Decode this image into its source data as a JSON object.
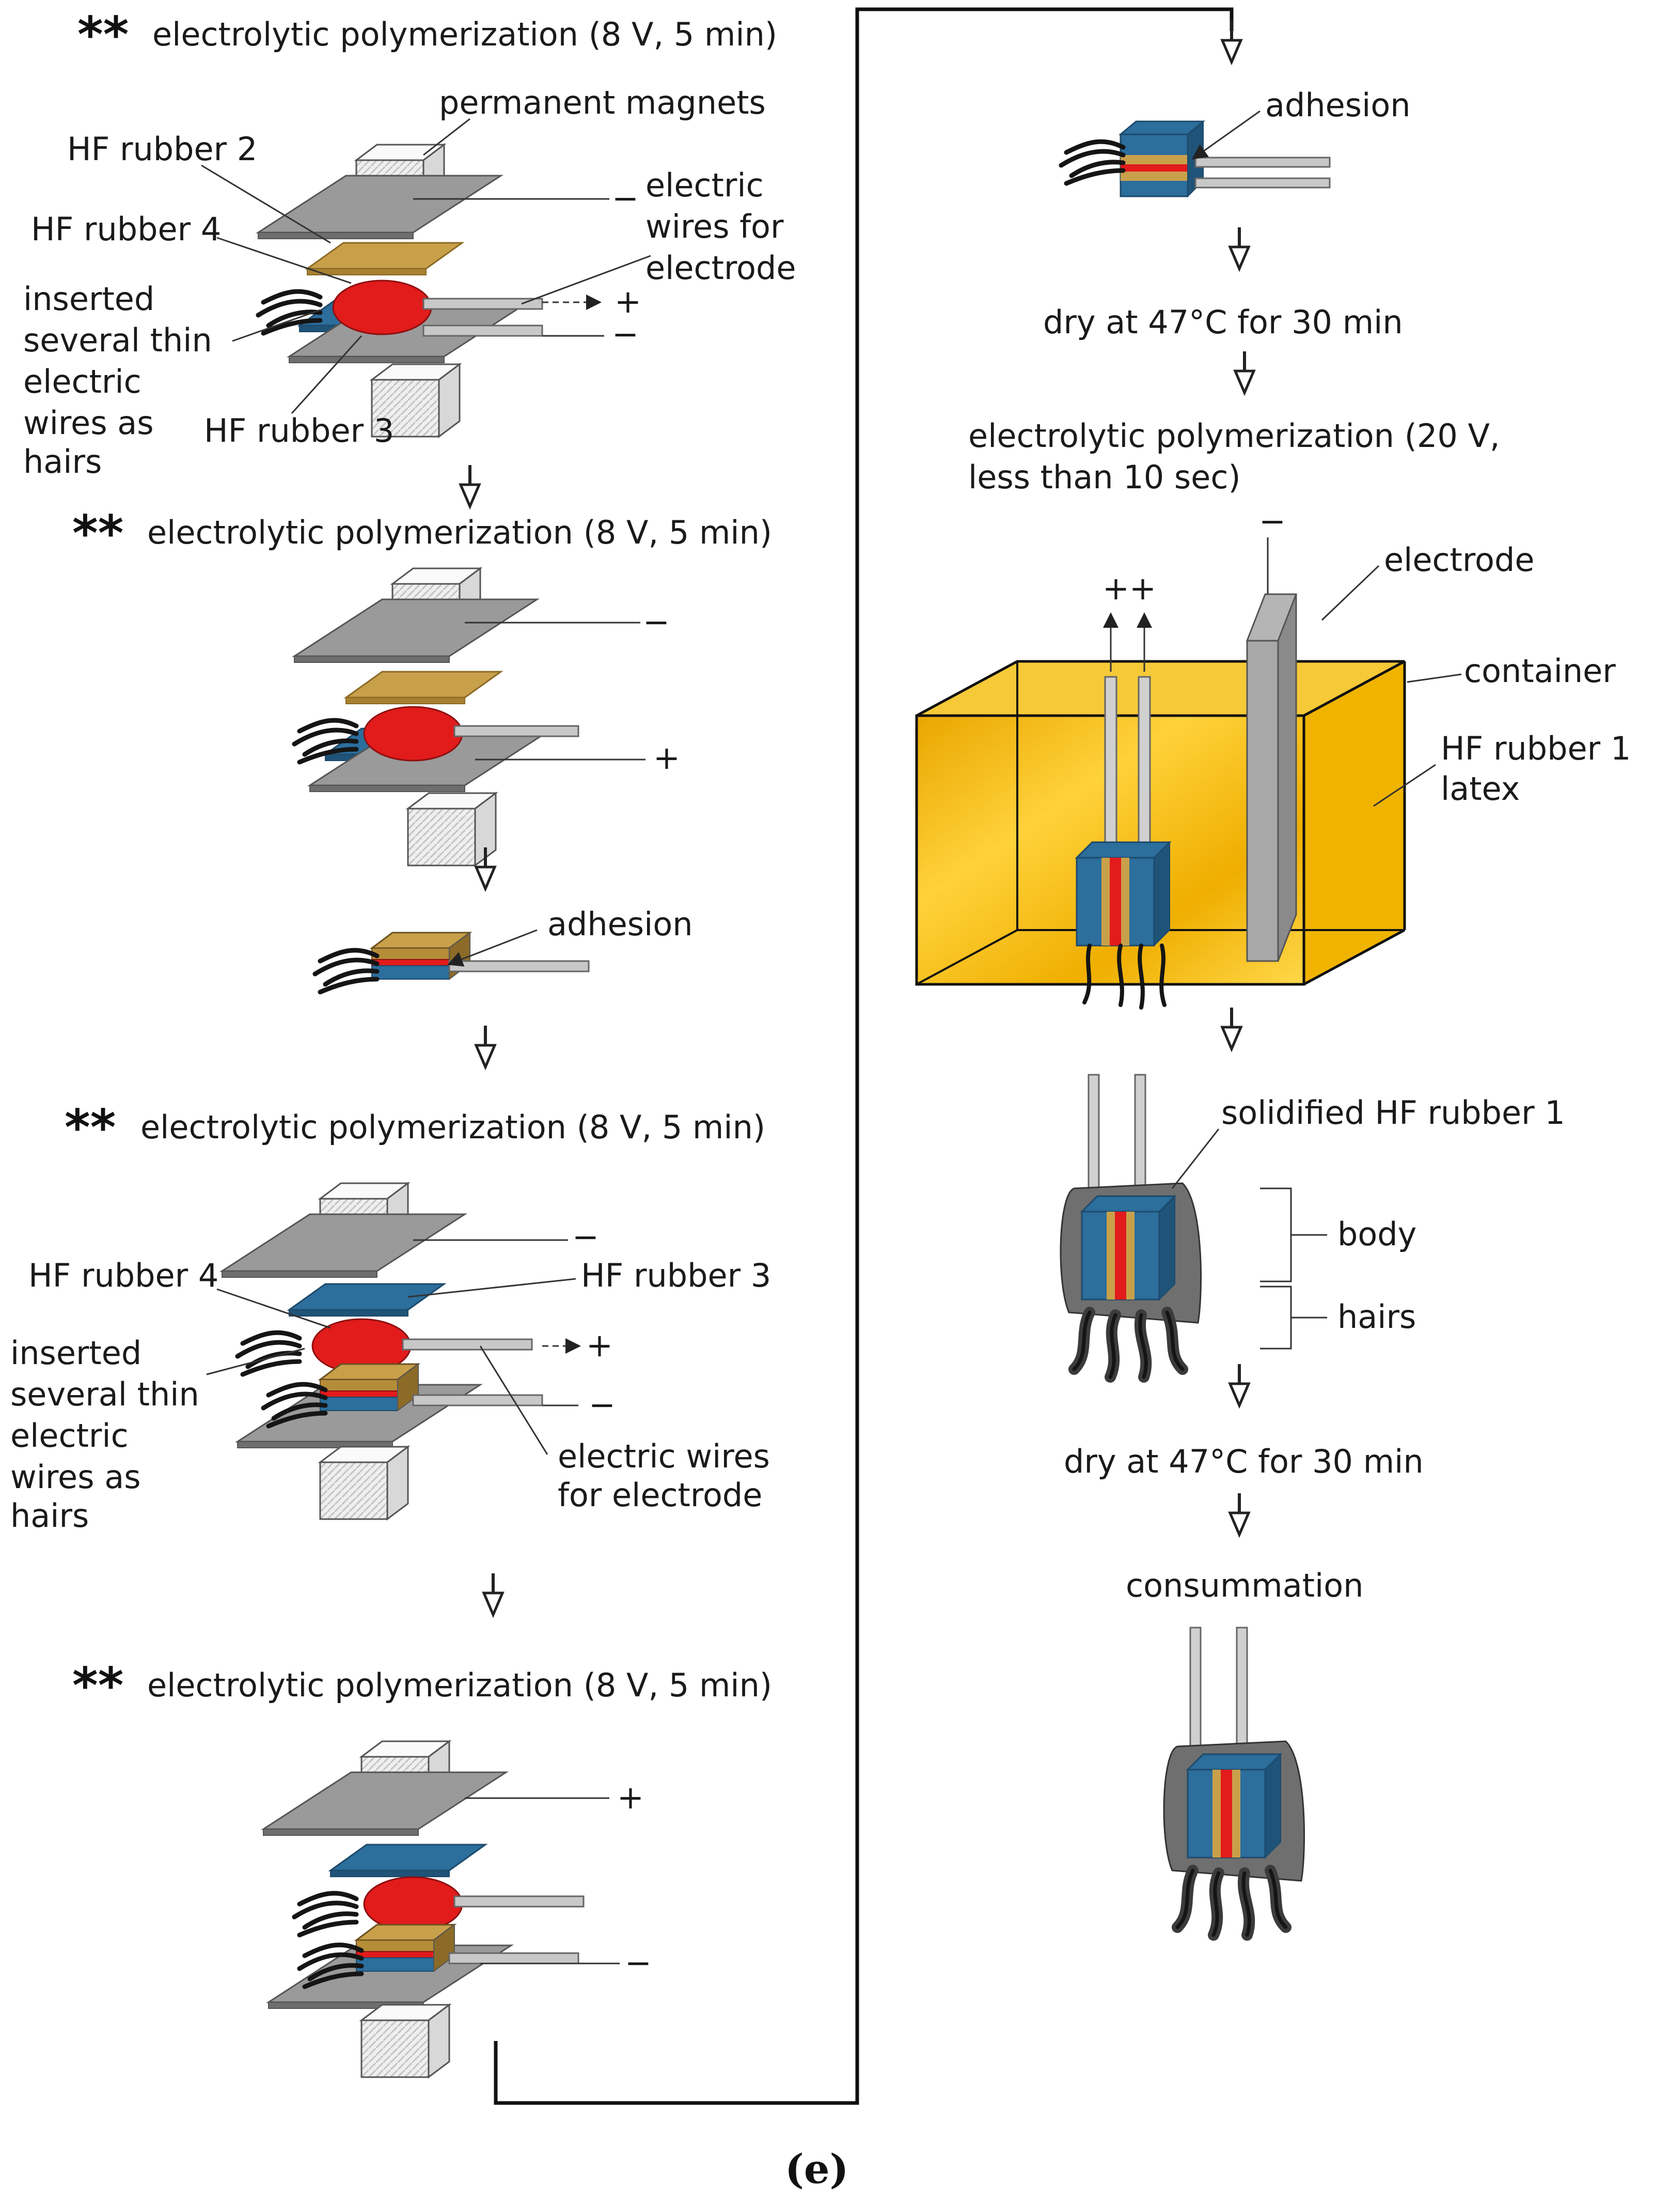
{
  "caption": "(e)",
  "steps": {
    "step1": "electrolytic polymerization (8 V, 5 min)",
    "step2": "electrolytic polymerization (8 V, 5 min)",
    "step3": "electrolytic polymerization (8 V, 5 min)",
    "step4": "electrolytic polymerization (8 V, 5 min)",
    "star_mark": "**"
  },
  "labels": {
    "permanent_magnets": "permanent magnets",
    "hf_rubber_2": "HF rubber 2",
    "hf_rubber_4": "HF rubber 4",
    "hf_rubber_3": "HF rubber 3",
    "electric_wires_1": "electric",
    "electric_wires_2": "wires for",
    "electric_wires_3": "electrode",
    "inserted_1": "inserted",
    "inserted_2": "several thin",
    "inserted_3": "electric",
    "inserted_4": "wires as",
    "inserted_5": "hairs",
    "adhesion": "adhesion",
    "wires_for_electrode_1": "electric wires",
    "wires_for_electrode_2": "for electrode",
    "dry_1": "dry at 47°C for 30 min",
    "ep20_1": "electrolytic polymerization (20 V,",
    "ep20_2": "less than 10 sec)",
    "electrode": "electrode",
    "container": "container",
    "hf_rubber_1_latex_1": "HF rubber 1",
    "hf_rubber_1_latex_2": "latex",
    "solidified": "solidified HF rubber 1",
    "body": "body",
    "hairs": "hairs",
    "dry_2": "dry at 47°C for 30 min",
    "consummation": "consummation"
  },
  "polarity": {
    "minus": "−",
    "plus": "+",
    "arrow_plus": "- - ▸ +",
    "double_plus": "++"
  },
  "colors": {
    "plate": "#9a9a9a",
    "plate_dark": "#6e6e6e",
    "magnet": "#ececec",
    "rubber2_gold": "#c9a04a",
    "rubber3_blue": "#2c6e9c",
    "rubber4_red": "#e21b1b",
    "latex_yellow": "#f2b800",
    "solid_gray": "#6f6f6f"
  }
}
